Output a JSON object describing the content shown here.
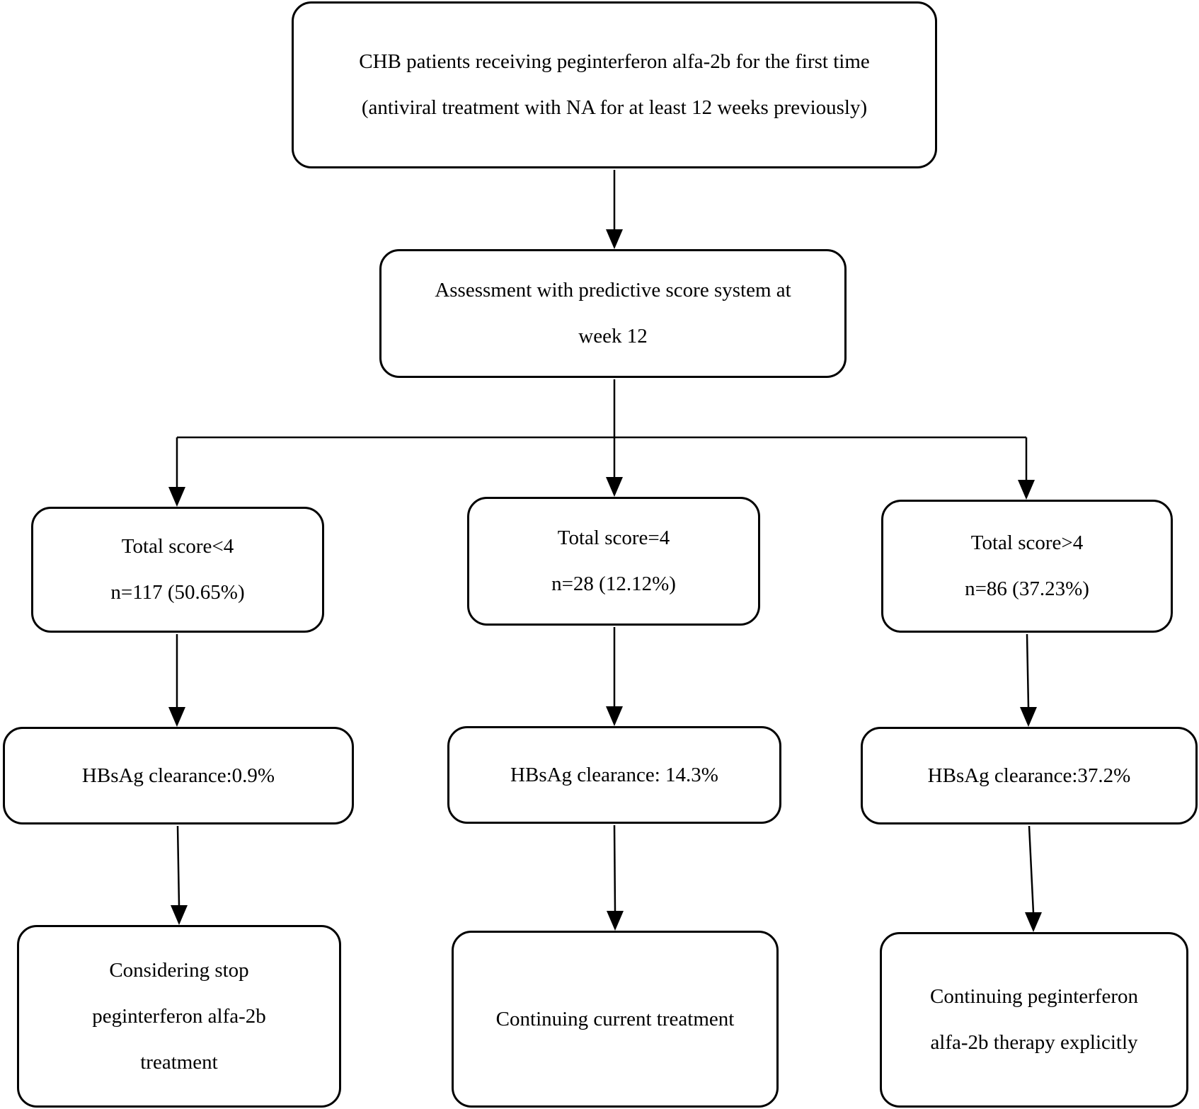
{
  "nodes": {
    "start": {
      "lines": [
        "CHB patients receiving peginterferon alfa-2b for the first time",
        "(antiviral treatment with NA for at least 12 weeks previously)"
      ]
    },
    "assessment": {
      "lines": [
        "Assessment with predictive score system at",
        "week 12"
      ]
    },
    "score_low": {
      "lines": [
        "Total score<4",
        "n=117 (50.65%)"
      ]
    },
    "score_mid": {
      "lines": [
        "Total score=4",
        "n=28 (12.12%)"
      ]
    },
    "score_high": {
      "lines": [
        "Total score>4",
        "n=86 (37.23%)"
      ]
    },
    "clearance_low": {
      "lines": [
        "HBsAg clearance:0.9%"
      ]
    },
    "clearance_mid": {
      "lines": [
        "HBsAg clearance: 14.3%"
      ]
    },
    "clearance_high": {
      "lines": [
        "HBsAg clearance:37.2%"
      ]
    },
    "action_low": {
      "lines": [
        "Considering stop",
        "peginterferon alfa-2b",
        "treatment"
      ]
    },
    "action_mid": {
      "lines": [
        "Continuing current treatment"
      ]
    },
    "action_high": {
      "lines": [
        "Continuing peginterferon",
        "alfa-2b therapy explicitly"
      ]
    }
  }
}
